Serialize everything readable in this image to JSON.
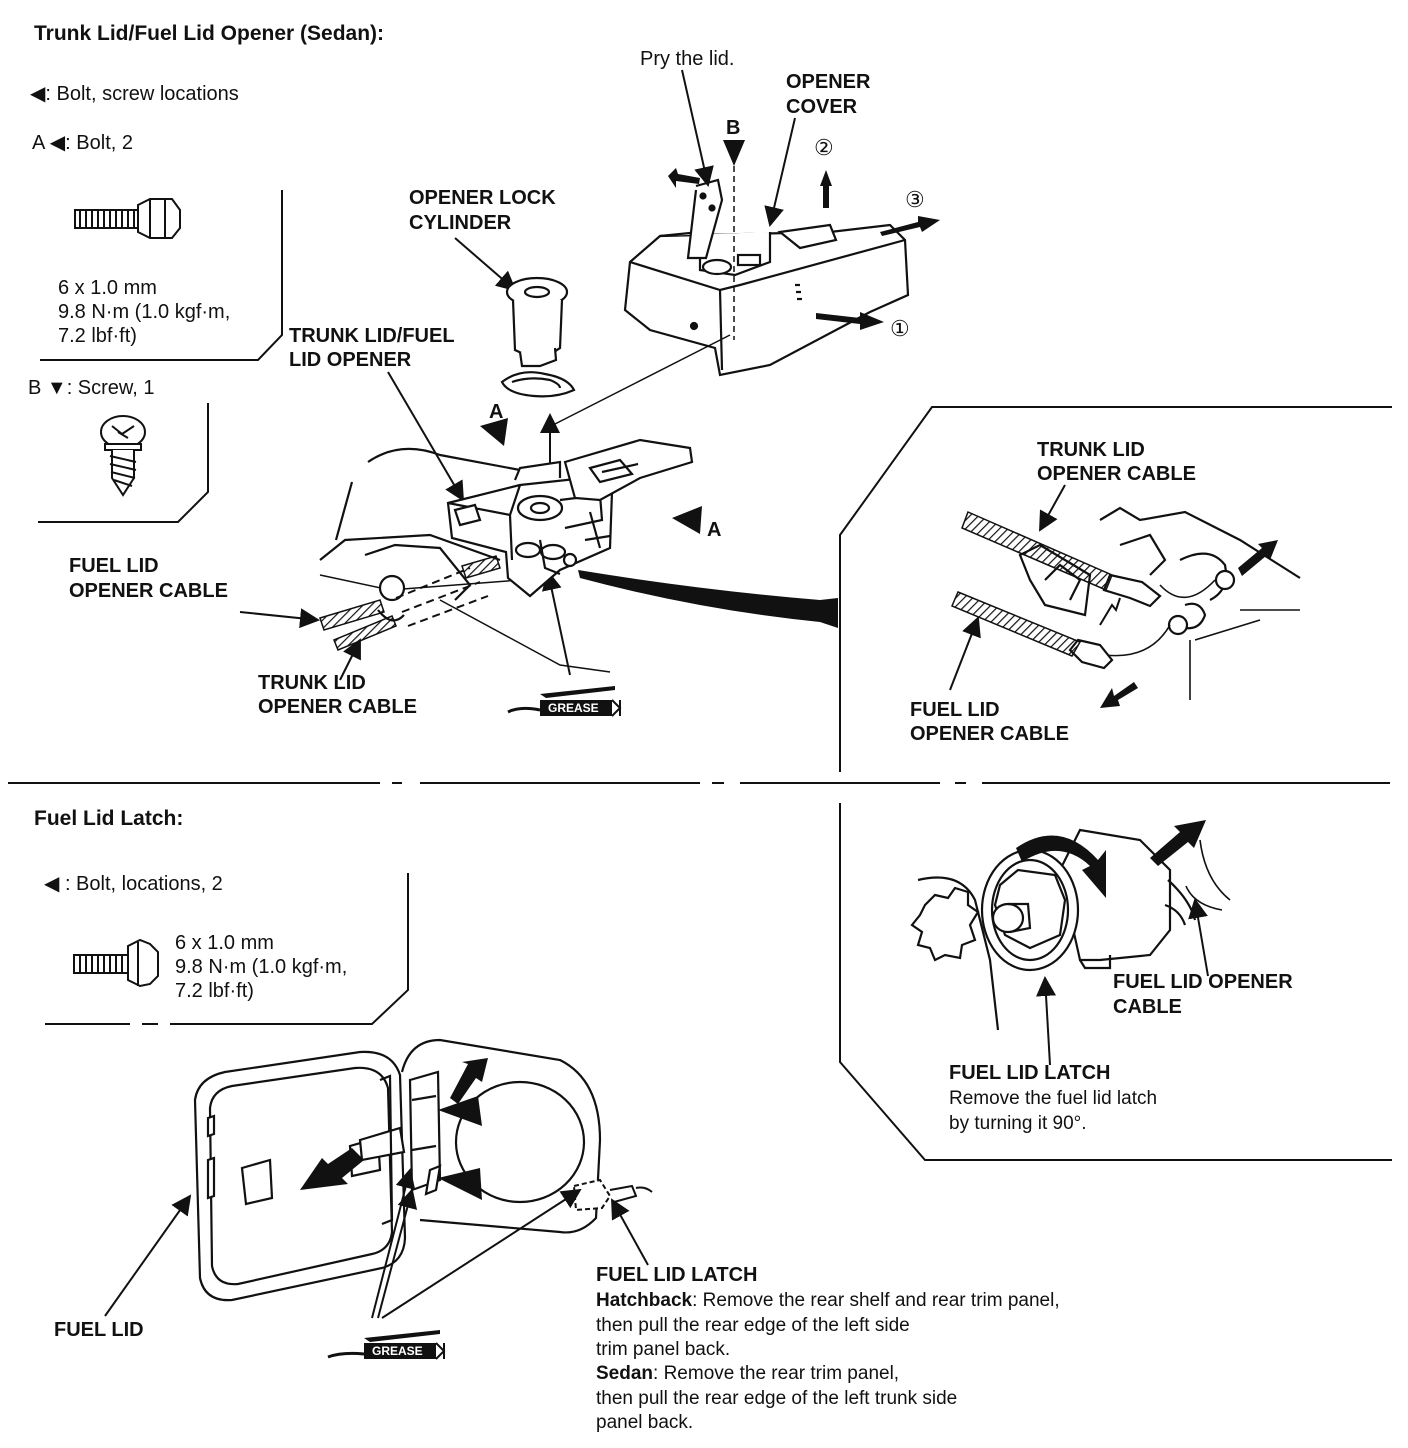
{
  "top_section": {
    "title": "Trunk Lid/Fuel Lid Opener (Sedan):",
    "legend_bolt_screw": "◀: Bolt, screw locations",
    "bolt_a_label": "A ◀: Bolt, 2",
    "bolt_a_spec": [
      "6 x 1.0 mm",
      "9.8 N·m (1.0 kgf·m,",
      "7.2 lbf·ft)"
    ],
    "screw_b_label": "B ▼: Screw, 1",
    "pry_the_lid": "Pry the lid.",
    "opener_cover": [
      "OPENER",
      "COVER"
    ],
    "marker_b": "B",
    "step_1": "①",
    "step_2": "②",
    "step_3": "③",
    "opener_lock_cylinder": [
      "OPENER LOCK",
      "CYLINDER"
    ],
    "trunk_fuel_lid_opener": [
      "TRUNK LID/FUEL",
      "LID OPENER"
    ],
    "marker_a_left": "A",
    "marker_a_right": "A",
    "fuel_lid_opener_cable": [
      "FUEL LID",
      "OPENER CABLE"
    ],
    "trunk_lid_opener_cable": [
      "TRUNK LID",
      "OPENER CABLE"
    ],
    "grease": "GREASE"
  },
  "detail_top": {
    "trunk_lid_opener_cable": [
      "TRUNK LID",
      "OPENER CABLE"
    ],
    "fuel_lid_opener_cable": [
      "FUEL LID",
      "OPENER CABLE"
    ]
  },
  "bottom_section": {
    "title": "Fuel Lid Latch:",
    "legend_bolt": "◀  : Bolt, locations, 2",
    "bolt_spec": [
      "6 x 1.0 mm",
      "9.8 N·m (1.0 kgf·m,",
      "7.2 lbf·ft)"
    ],
    "fuel_lid": "FUEL LID",
    "grease": "GREASE",
    "latch_title": "FUEL LID LATCH",
    "hatchback_label": "Hatchback",
    "hatchback_text": ": Remove the rear shelf and rear trim panel,",
    "hatchback_lines": [
      "then pull the rear edge of the left side",
      "trim panel back."
    ],
    "sedan_label": "Sedan",
    "sedan_text": ": Remove the rear trim panel,",
    "sedan_lines": [
      "then pull the rear edge of the left trunk side",
      "panel back."
    ]
  },
  "detail_bottom": {
    "fuel_lid_opener_cable": [
      "FUEL LID OPENER",
      "CABLE"
    ],
    "latch_title": "FUEL LID LATCH",
    "latch_note": [
      "Remove the fuel lid latch",
      "by turning it 90°."
    ]
  }
}
